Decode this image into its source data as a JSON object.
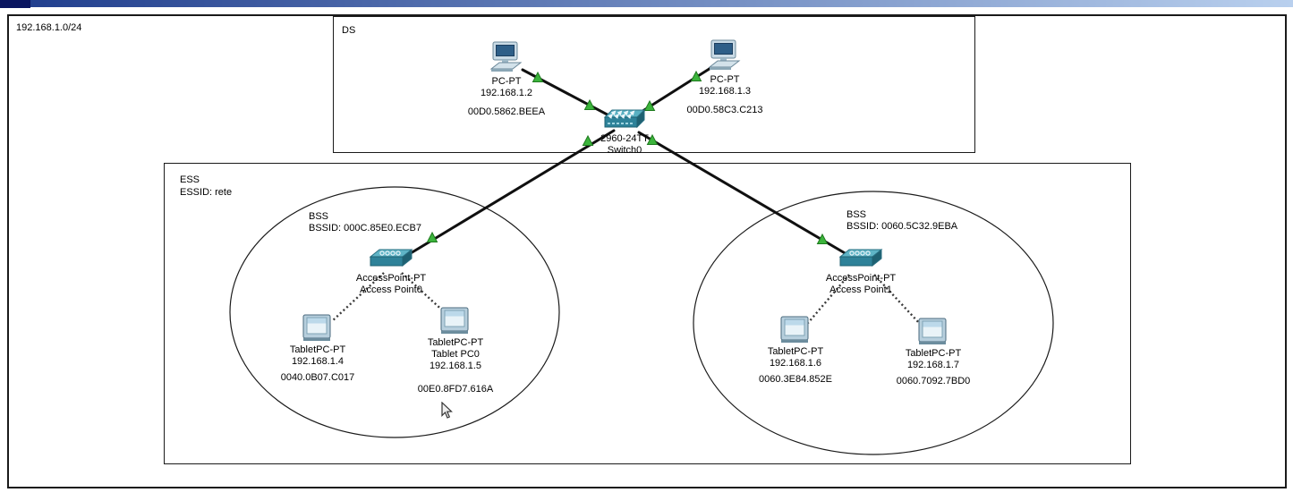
{
  "window": {
    "subnet_label": "192.168.1.0/24"
  },
  "ds": {
    "label": "DS"
  },
  "ess": {
    "label": "ESS",
    "essid_label": "ESSID: rete"
  },
  "bss_left": {
    "label": "BSS",
    "bssid_label": "BSSID: 000C.85E0.ECB7"
  },
  "bss_right": {
    "label": "BSS",
    "bssid_label": "BSSID: 0060.5C32.9EBA"
  },
  "devices": {
    "pc0": {
      "model": "PC-PT",
      "name": "192.168.1.2",
      "mac": "00D0.5862.BEEA"
    },
    "pc1": {
      "model": "PC-PT",
      "name": "192.168.1.3",
      "mac": "00D0.58C3.C213"
    },
    "switch0": {
      "model": "2960-24TT",
      "name": "Switch0"
    },
    "ap0": {
      "model": "AccessPoint-PT",
      "name": "Access Point0"
    },
    "ap1": {
      "model": "AccessPoint-PT",
      "name": "Access Point1"
    },
    "tablet_a": {
      "model": "TabletPC-PT",
      "name": "192.168.1.4",
      "mac": "0040.0B07.C017"
    },
    "tablet_b": {
      "model": "TabletPC-PT",
      "name": "Tablet PC0",
      "ip": "192.168.1.5",
      "mac": "00E0.8FD7.616A"
    },
    "tablet_c": {
      "model": "TabletPC-PT",
      "name": "192.168.1.6",
      "mac": "0060.3E84.852E"
    },
    "tablet_d": {
      "model": "TabletPC-PT",
      "name": "192.168.1.7",
      "mac": "0060.7092.7BD0"
    }
  },
  "links": {
    "wired": [
      {
        "from": "192.168.1.2",
        "to": "Switch0"
      },
      {
        "from": "192.168.1.3",
        "to": "Switch0"
      },
      {
        "from": "Switch0",
        "to": "Access Point0"
      },
      {
        "from": "Switch0",
        "to": "Access Point1"
      }
    ],
    "wireless": [
      {
        "from": "Access Point0",
        "to": "192.168.1.4"
      },
      {
        "from": "Access Point0",
        "to": "Tablet PC0"
      },
      {
        "from": "Access Point1",
        "to": "192.168.1.6"
      },
      {
        "from": "Access Point1",
        "to": "192.168.1.7"
      }
    ]
  },
  "colors": {
    "link_up_arrow": "#3cb43c",
    "device_teal": "#2e8299",
    "wire": "#101010"
  }
}
